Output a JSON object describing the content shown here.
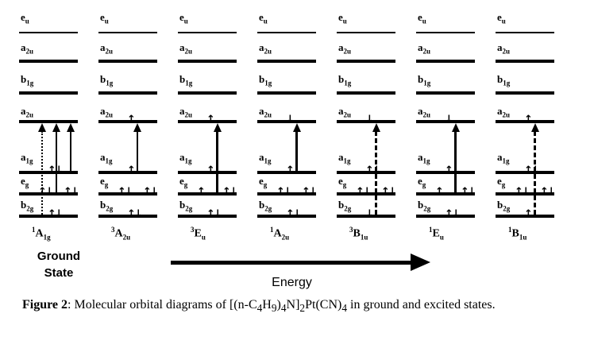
{
  "figure": {
    "energy_axis_label": "Energy",
    "ground_state_lines": [
      "Ground",
      "State"
    ],
    "caption_bold": "Figure 2",
    "caption_text": ": Molecular orbital diagrams of [(n-C_{4}H_{9})_{4}N]_{2}Pt(CN)_{4} in ground and excited states."
  },
  "orbital_levels": [
    "e_{u}",
    "a_{2u}",
    "b_{1g}",
    "a_{2u}",
    "a_{1g}",
    "e_{g}",
    "b_{2g}"
  ],
  "columns": [
    {
      "state_label": "^{1}A_{1g}",
      "occupations": {
        "a_2u": "",
        "a_1g": "↑↓",
        "e_g_1": "↑↓",
        "e_g_2": "↑↓",
        "b_2g": "↑↓"
      },
      "transitions": [
        {
          "from": "b_2g",
          "to": "a_2u",
          "style": "dotted",
          "thick": false
        },
        {
          "from": "e_g",
          "to": "a_2u",
          "style": "solid",
          "thick": false
        },
        {
          "from": "a_1g",
          "to": "a_2u",
          "style": "solid",
          "thick": false
        }
      ]
    },
    {
      "state_label": "^{3}A_{2u}",
      "occupations": {
        "a_2u": "↑",
        "a_1g": "↑",
        "e_g_1": "↑↓",
        "e_g_2": "↑↓",
        "b_2g": "↑↓"
      },
      "transitions": [
        {
          "from": "a_1g",
          "to": "a_2u",
          "style": "solid",
          "thick": false
        }
      ]
    },
    {
      "state_label": "^{3}E_{u}",
      "occupations": {
        "a_2u": "↑",
        "a_1g": "↑↓",
        "e_g_1": "↑",
        "e_g_2": "↑↓",
        "b_2g": "↑↓"
      },
      "transitions": [
        {
          "from": "e_g",
          "to": "a_2u",
          "style": "solid",
          "thick": true
        }
      ]
    },
    {
      "state_label": "^{1}A_{2u}",
      "occupations": {
        "a_2u": "↓",
        "a_1g": "↑",
        "e_g_1": "↑↓",
        "e_g_2": "↑↓",
        "b_2g": "↑↓"
      },
      "transitions": [
        {
          "from": "a_1g",
          "to": "a_2u",
          "style": "solid",
          "thick": true
        }
      ]
    },
    {
      "state_label": "^{3}B_{1u}",
      "occupations": {
        "a_2u": "↓",
        "a_1g": "↑↓",
        "e_g_1": "↑↓",
        "e_g_2": "↑↓",
        "b_2g": "↓"
      },
      "transitions": [
        {
          "from": "b_2g",
          "to": "a_2u",
          "style": "dashed",
          "thick": true
        }
      ]
    },
    {
      "state_label": "^{1}E_{u}",
      "occupations": {
        "a_2u": "↓",
        "a_1g": "↑↓",
        "e_g_1": "↑",
        "e_g_2": "↑↓",
        "b_2g": "↑↓"
      },
      "transitions": [
        {
          "from": "e_g",
          "to": "a_2u",
          "style": "solid",
          "thick": true
        }
      ]
    },
    {
      "state_label": "^{1}B_{1u}",
      "occupations": {
        "a_2u": "↑",
        "a_1g": "↑↓",
        "e_g_1": "↑↓",
        "e_g_2": "↑↓",
        "b_2g": "↑"
      },
      "transitions": [
        {
          "from": "b_2g",
          "to": "a_2u",
          "style": "dashed",
          "thick": true
        }
      ]
    }
  ],
  "colors": {
    "ink": "#000000",
    "background": "#ffffff"
  }
}
